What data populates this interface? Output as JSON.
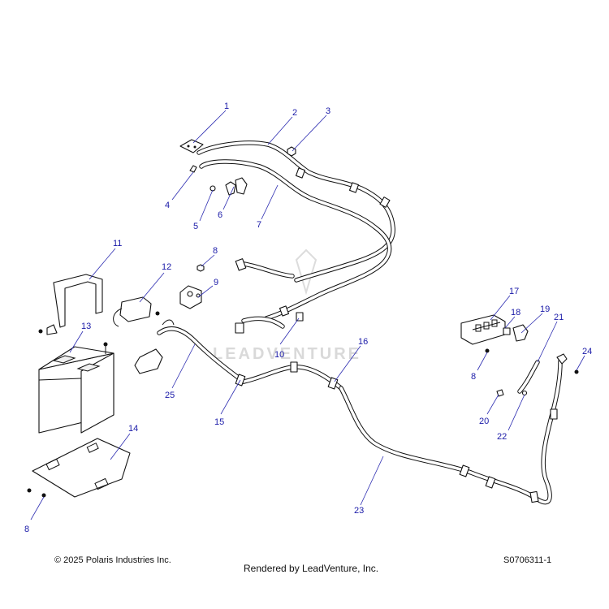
{
  "watermark": "LEADVENTURE",
  "callouts": [
    "1",
    "2",
    "3",
    "4",
    "5",
    "6",
    "7",
    "8",
    "9",
    "10",
    "11",
    "12",
    "13",
    "14",
    "15",
    "16",
    "17",
    "18",
    "19",
    "20",
    "21",
    "22",
    "23",
    "24",
    "25",
    "8",
    "8"
  ],
  "footer": {
    "copyright": "© 2025 Polaris Industries Inc.",
    "rendered_by": "Rendered by LeadVenture, Inc.",
    "drawing_code": "S0706311-1"
  },
  "colors": {
    "callout": "#1a1aa8",
    "line": "#111111",
    "watermark": "#d9d9d9"
  }
}
